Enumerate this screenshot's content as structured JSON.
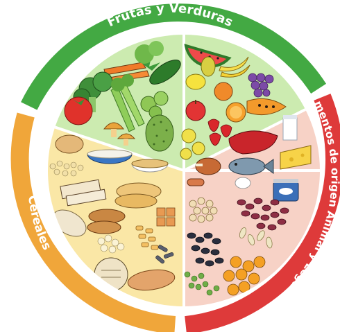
{
  "plate": {
    "sections": [
      {
        "key": "frutas",
        "label": "Frutas y Verduras",
        "ring_color": "#43a943",
        "fill_color": "#ccebb0",
        "foods": [
          "carrots",
          "broccoli",
          "tomato",
          "celery",
          "cucumber",
          "tomatillos",
          "chayote",
          "mushrooms",
          "watermelon",
          "bananas",
          "grapes",
          "papaya",
          "orange",
          "apple",
          "strawberries",
          "lemon",
          "pear"
        ]
      },
      {
        "key": "animal",
        "label": "Alimentos de origen Animal y Leguminosas",
        "ring_color": "#de3a3a",
        "fill_color": "#f7d2c6",
        "foods": [
          "meat",
          "milk",
          "cheese",
          "fish",
          "chicken-leg",
          "egg",
          "canned-fish",
          "sausage",
          "chickpeas",
          "beans",
          "black-beans",
          "lentils",
          "peas",
          "pumpkin-seeds"
        ]
      },
      {
        "key": "cereales",
        "label": "Cereales",
        "ring_color": "#f0a63a",
        "fill_color": "#fae7a6",
        "foods": [
          "potato",
          "rice",
          "oats",
          "bread",
          "tortillas",
          "crackers",
          "cereal-squares",
          "popcorn",
          "pasta",
          "corn",
          "sweet-potato",
          "yam"
        ]
      }
    ]
  }
}
